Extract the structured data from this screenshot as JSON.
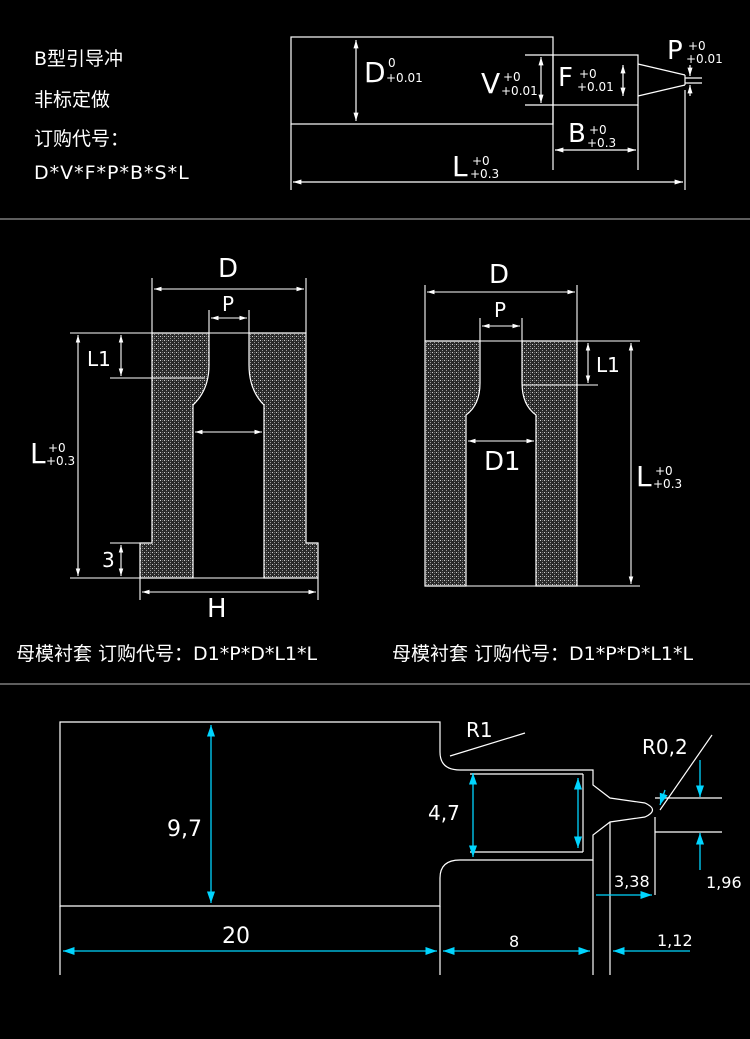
{
  "header": {
    "title": "B型引导冲",
    "subtitle": "非标定做",
    "order_label": "订购代号：",
    "order_code": "D*V*F*P*B*S*L"
  },
  "top_drawing": {
    "d_letter": "D",
    "d_tol_top": "0",
    "d_tol_bottom": "+0.01",
    "v_letter": "V",
    "v_tol_top": "+0",
    "v_tol_bottom": "+0.01",
    "f_letter": "F",
    "f_tol_top": "+0",
    "f_tol_bottom": "+0.01",
    "p_letter": "P",
    "p_tol_top": "+0",
    "p_tol_bottom": "+0.01",
    "b_letter": "B",
    "b_tol_top": "+0",
    "b_tol_bottom": "+0.3",
    "l_letter": "L",
    "l_tol_top": "+0",
    "l_tol_bottom": "+0.3"
  },
  "bushing_left": {
    "d_label": "D",
    "p_label": "P",
    "l1_label": "L1",
    "l_letter": "L",
    "l_tol_top": "+0",
    "l_tol_bottom": "+0.3",
    "three_label": "3",
    "h_label": "H",
    "caption": "母模衬套 订购代号：D1*P*D*L1*L"
  },
  "bushing_right": {
    "d_label": "D",
    "p_label": "P",
    "l1_label": "L1",
    "d1_label": "D1",
    "l_letter": "L",
    "l_tol_top": "+0",
    "l_tol_bottom": "+0.3",
    "caption": "母模衬套 订购代号：D1*P*D*L1*L"
  },
  "bottom_drawing": {
    "r1_label": "R1",
    "r02_label": "R0,2",
    "h97_label": "9,7",
    "h47_label": "4,7",
    "len20_label": "20",
    "len8_label": "8",
    "len112_label": "1,12",
    "dim338_label": "3,38",
    "dim196_label": "1,96"
  },
  "colors": {
    "background": "#000000",
    "line": "#ffffff",
    "dimension_arrow": "#00d5ff"
  }
}
